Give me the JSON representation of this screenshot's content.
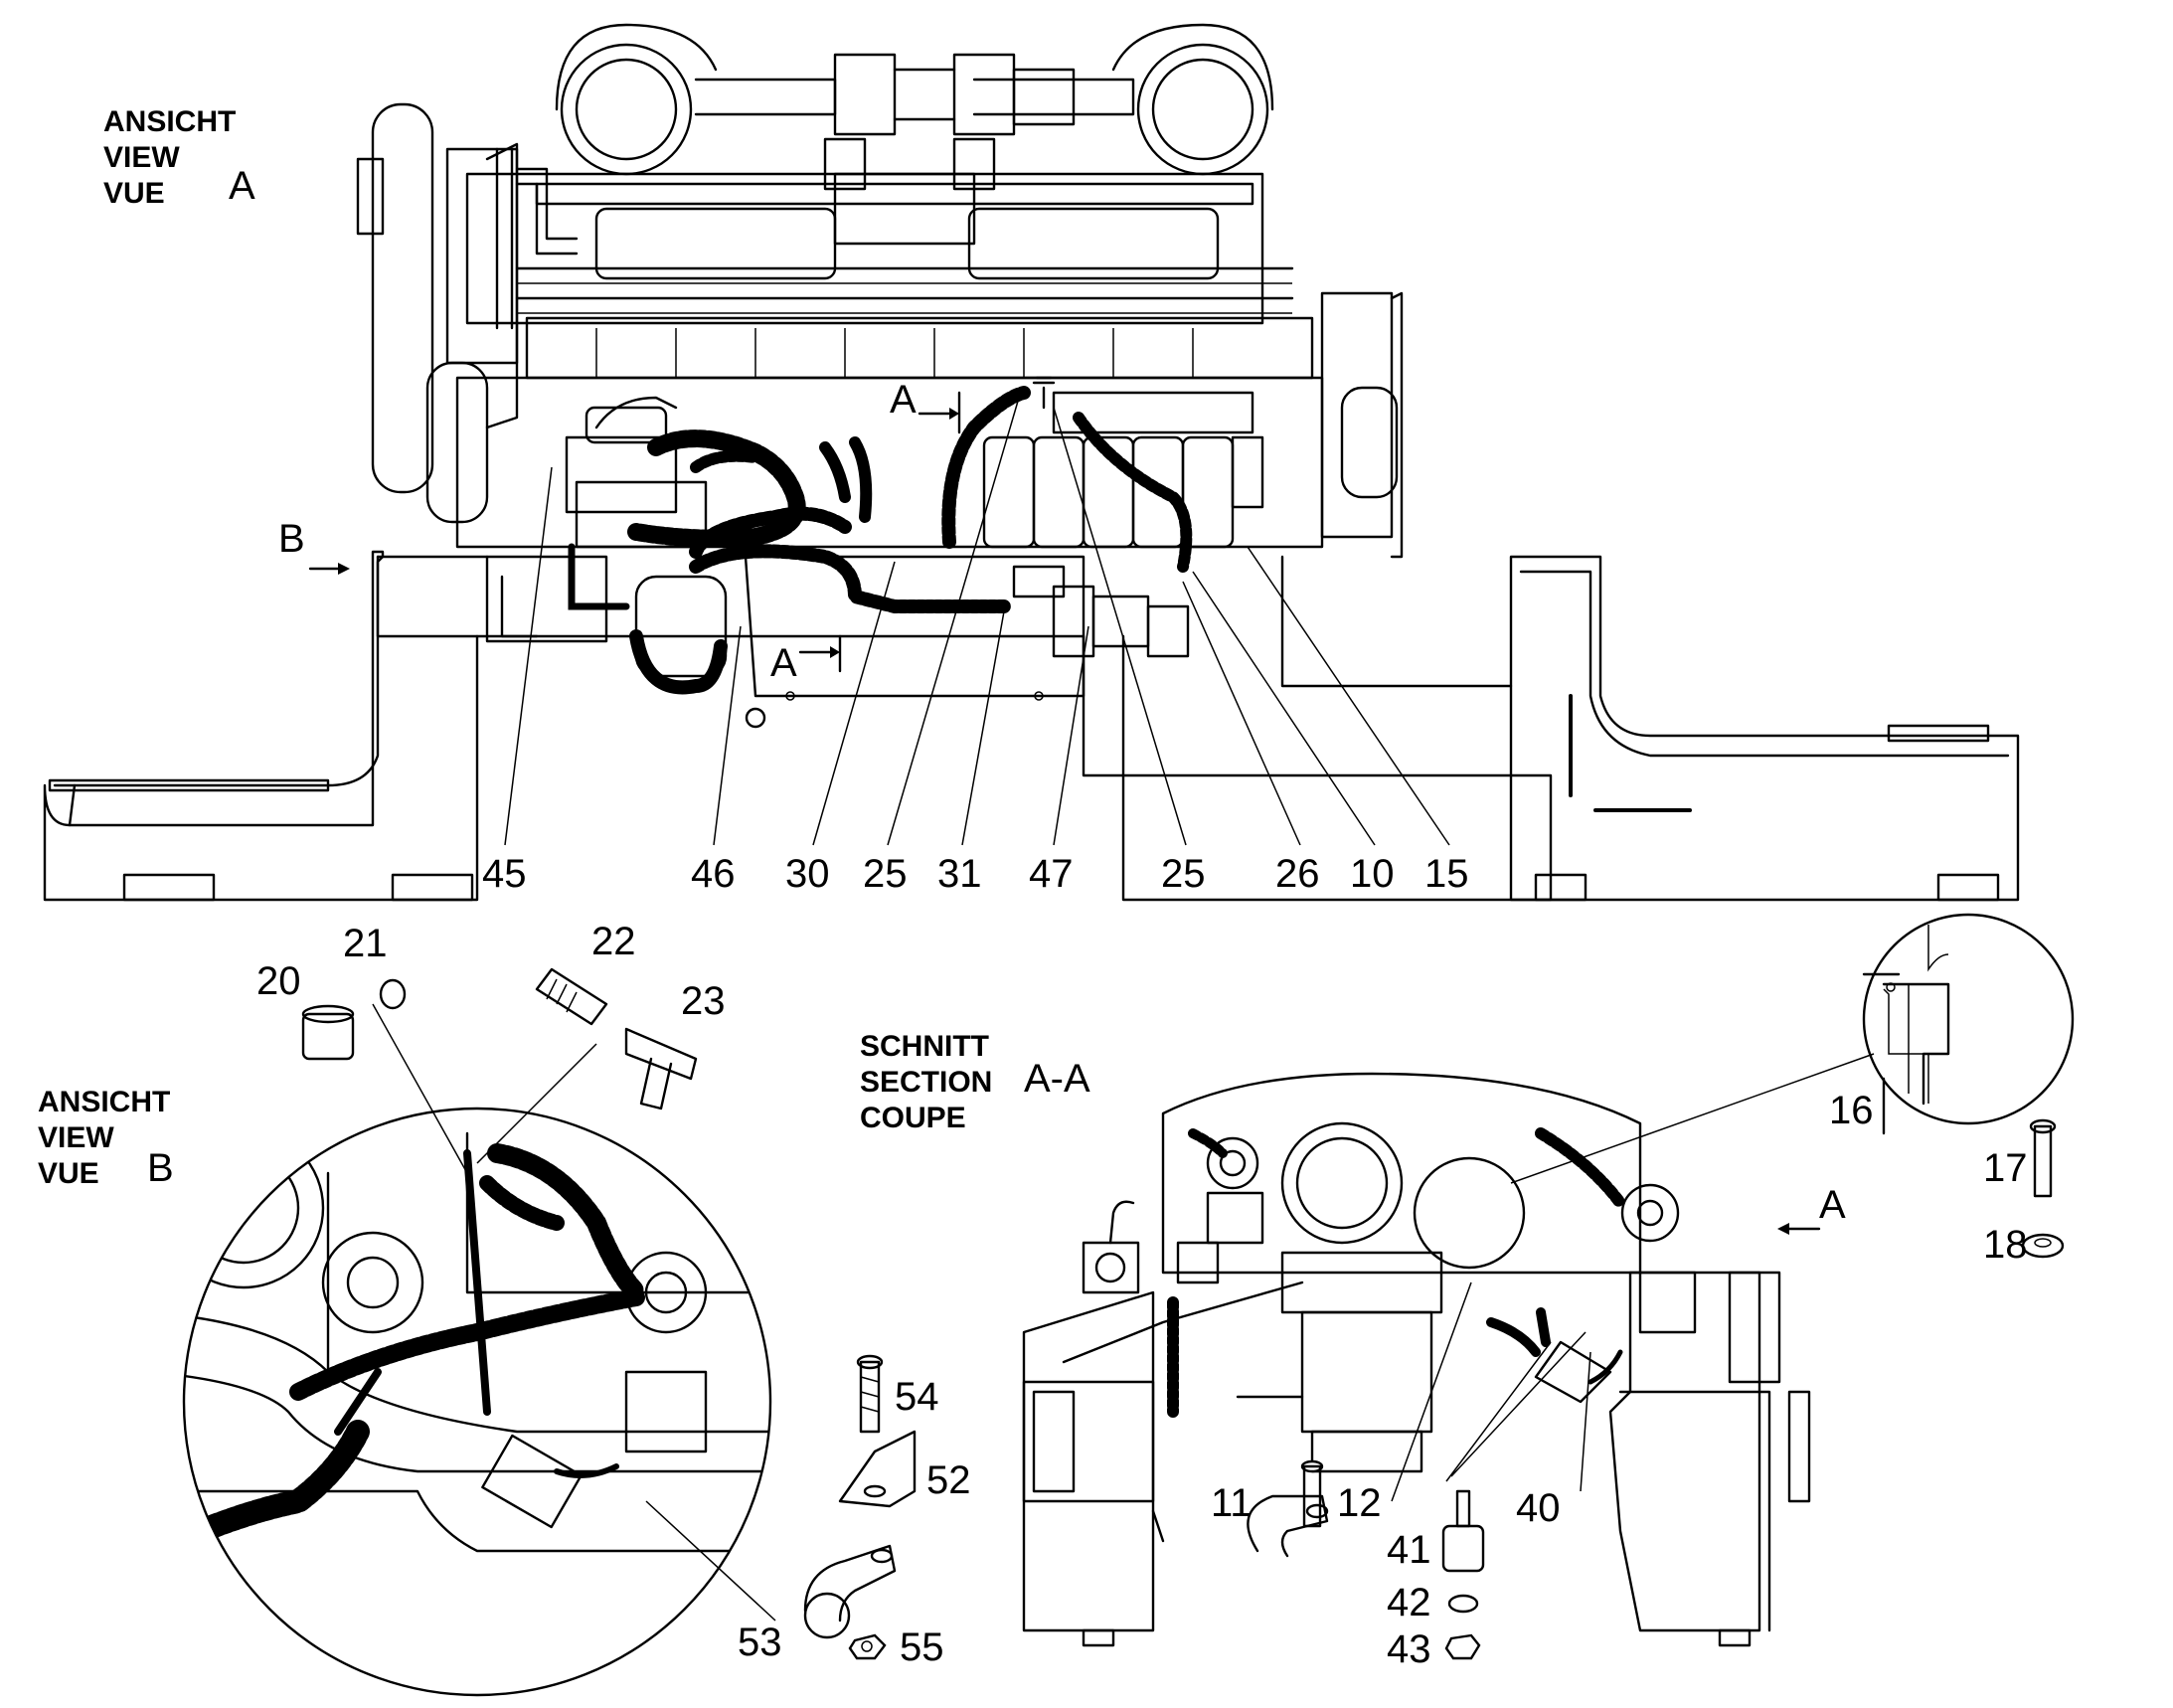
{
  "views": {
    "view_a": {
      "line1": "ANSICHT",
      "line2": "VIEW",
      "line3": "VUE",
      "letter": "A"
    },
    "view_b": {
      "line1": "ANSICHT",
      "line2": "VIEW",
      "line3": "VUE",
      "letter": "B"
    },
    "section": {
      "line1": "SCHNITT",
      "line2": "SECTION",
      "line3": "COUPE",
      "letter": "A-A"
    }
  },
  "arrows": {
    "b_left": "B",
    "a_upper": "A",
    "a_lower": "A",
    "a_right": "A"
  },
  "callouts_top": [
    "45",
    "46",
    "30",
    "25",
    "31",
    "47",
    "25",
    "26",
    "10",
    "15"
  ],
  "callouts_view_b": {
    "p20": "20",
    "p21": "21",
    "p22": "22",
    "p23": "23",
    "p53": "53"
  },
  "callouts_parts": {
    "p54": "54",
    "p52": "52",
    "p55": "55"
  },
  "callouts_section": {
    "p16": "16",
    "p17": "17",
    "p18": "18",
    "p11": "11",
    "p12": "12",
    "p40": "40",
    "p41": "41",
    "p42": "42",
    "p43": "43"
  }
}
